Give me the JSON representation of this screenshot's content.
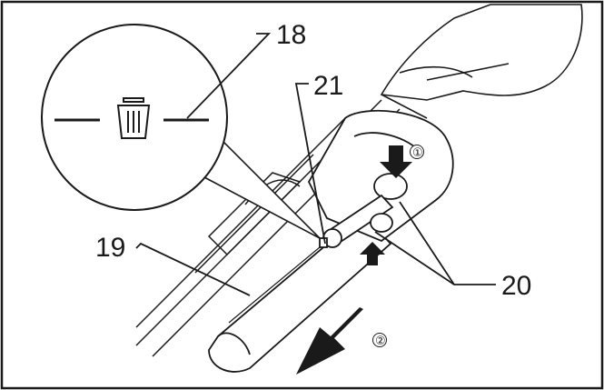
{
  "figure": {
    "callouts": {
      "c18": "18",
      "c19": "19",
      "c20": "20",
      "c21": "21"
    },
    "steps": {
      "s1": "①",
      "s2": "②"
    },
    "icons": {
      "magnifier_symbol": "trash-bin-icon",
      "arrows": "arrow-icon"
    },
    "colors": {
      "line": "#1a1a1a",
      "background": "#ffffff"
    }
  }
}
